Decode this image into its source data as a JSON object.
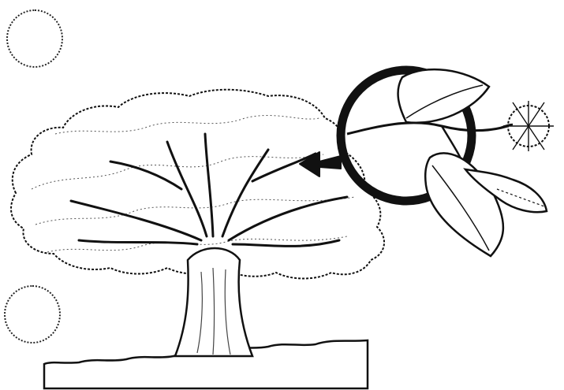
{
  "diagram": {
    "labels": [
      {
        "id": "top-left-label",
        "text": ""
      },
      {
        "id": "bottom-left-label",
        "text": ""
      }
    ],
    "objects": [
      "tree",
      "ground-strip",
      "zoom-circle",
      "pointer-arrow",
      "leafy-branch",
      "flower-cluster",
      "seed-pod",
      "leaves"
    ],
    "colors": {
      "ink": "#111111",
      "paper": "#ffffff"
    }
  }
}
